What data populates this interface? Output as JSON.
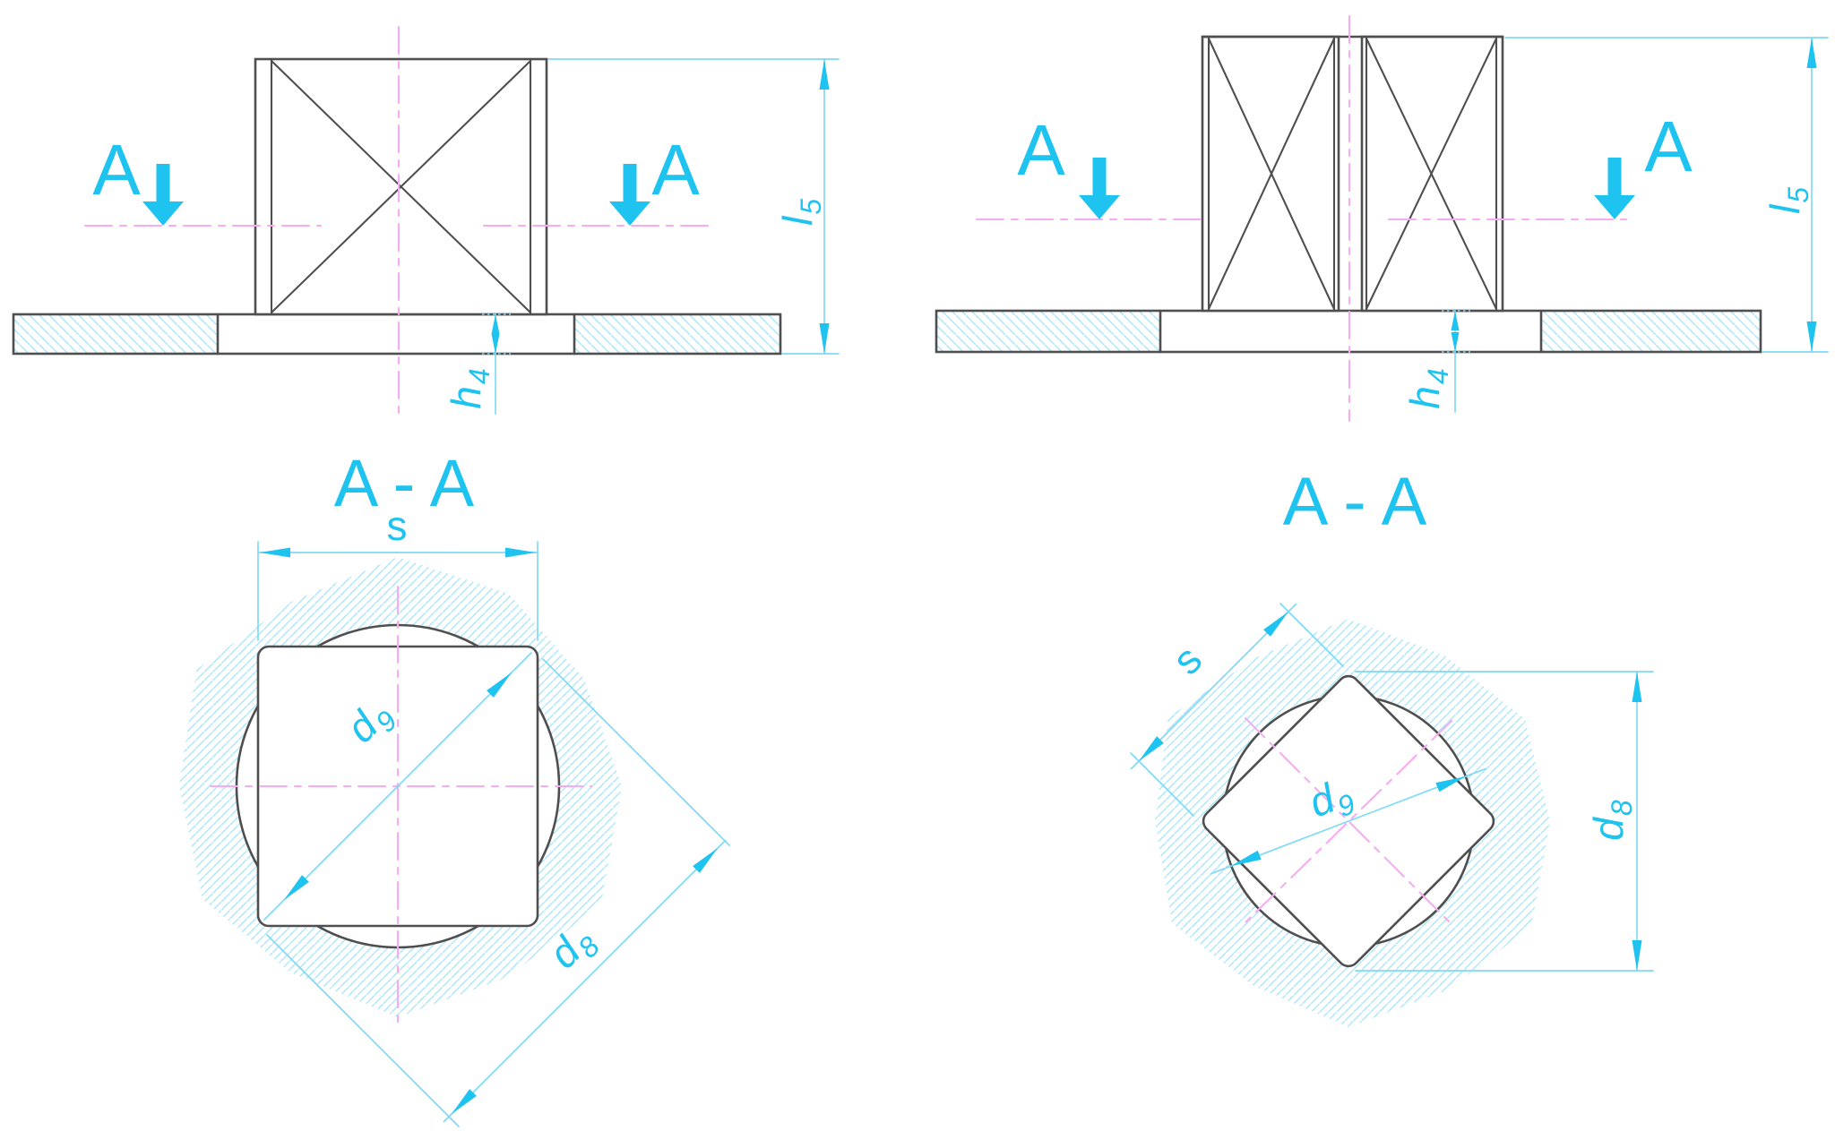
{
  "colors": {
    "accent_cyan": "#1FC3F0",
    "dim_line_cyan": "#7FDAF8",
    "hatch_cyan": "#ABE7FA",
    "centerline_magenta": "#F8ABF2",
    "geometry_gray": "#4F4F4F",
    "background": "#FFFFFF"
  },
  "views": {
    "sideLeft": {
      "sectionLetterLeft": "A",
      "sectionLetterRight": "A",
      "l5": {
        "base": "l",
        "sub": "5"
      },
      "h4": {
        "base": "h",
        "sub": "4"
      }
    },
    "sideRight": {
      "sectionLetterLeft": "A",
      "sectionLetterRight": "A",
      "l5": {
        "base": "l",
        "sub": "5"
      },
      "h4": {
        "base": "h",
        "sub": "4"
      }
    },
    "sectionLeft": {
      "title": "A - A",
      "s": "s",
      "d9": {
        "base": "d",
        "sub": "9"
      },
      "d8": {
        "base": "d",
        "sub": "8"
      }
    },
    "sectionRight": {
      "title": "A - A",
      "s": "s",
      "d9": {
        "base": "d",
        "sub": "9"
      },
      "d8": {
        "base": "d",
        "sub": "8"
      }
    }
  }
}
